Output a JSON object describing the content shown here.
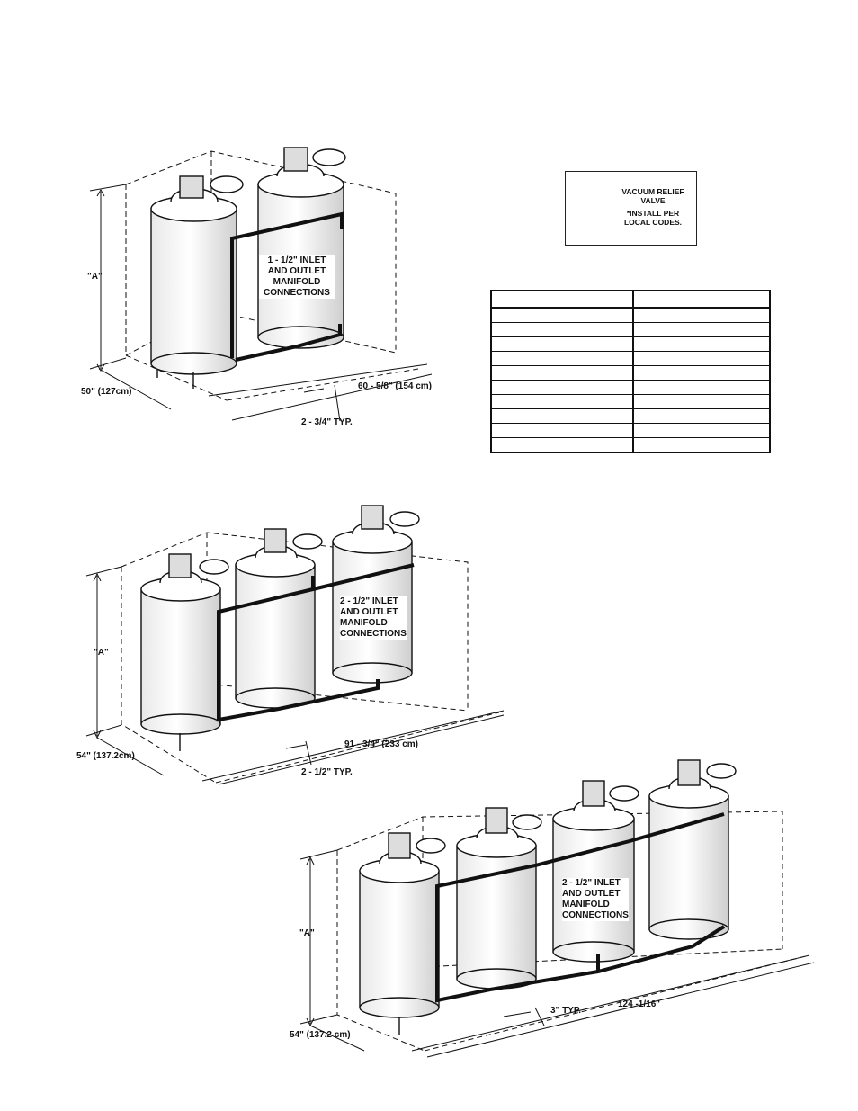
{
  "diagram_two_heaters": {
    "height_label": "\"A\"",
    "depth_label": "50\" (127cm)",
    "width_label": "60 - 5/8\" (154 cm)",
    "spacing_label": "2 - 3/4\" TYP.",
    "manifold_label": [
      "1 - 1/2\" INLET",
      "AND OUTLET",
      "MANIFOLD",
      "CONNECTIONS"
    ]
  },
  "vacuum_relief": {
    "title": [
      "VACUUM RELIEF",
      "VALVE"
    ],
    "note": [
      "*INSTALL PER",
      "LOCAL CODES."
    ],
    "icon": "vacuum-relief-valve-icon"
  },
  "spec_table": {
    "rows": [
      [
        "",
        ""
      ],
      [
        "",
        ""
      ],
      [
        "",
        ""
      ],
      [
        "",
        ""
      ],
      [
        "",
        ""
      ],
      [
        "",
        ""
      ],
      [
        "",
        ""
      ],
      [
        "",
        ""
      ],
      [
        "",
        ""
      ],
      [
        "",
        ""
      ],
      [
        "",
        ""
      ]
    ]
  },
  "diagram_three_heaters": {
    "height_label": "\"A\"",
    "depth_label": "54\" (137.2cm)",
    "width_label": "91 - 3/4\" (233 cm)",
    "spacing_label": "2 - 1/2\" TYP.",
    "manifold_label": [
      "2 - 1/2\" INLET",
      "AND OUTLET",
      "MANIFOLD",
      "CONNECTIONS"
    ]
  },
  "diagram_four_heaters": {
    "height_label": "\"A\"",
    "depth_label": "54\" (137.2 cm)",
    "width_label": "124 -1/16\"",
    "spacing_label": "3\" TYP.",
    "manifold_label": [
      "2 - 1/2\" INLET",
      "AND OUTLET",
      "MANIFOLD",
      "CONNECTIONS"
    ]
  }
}
